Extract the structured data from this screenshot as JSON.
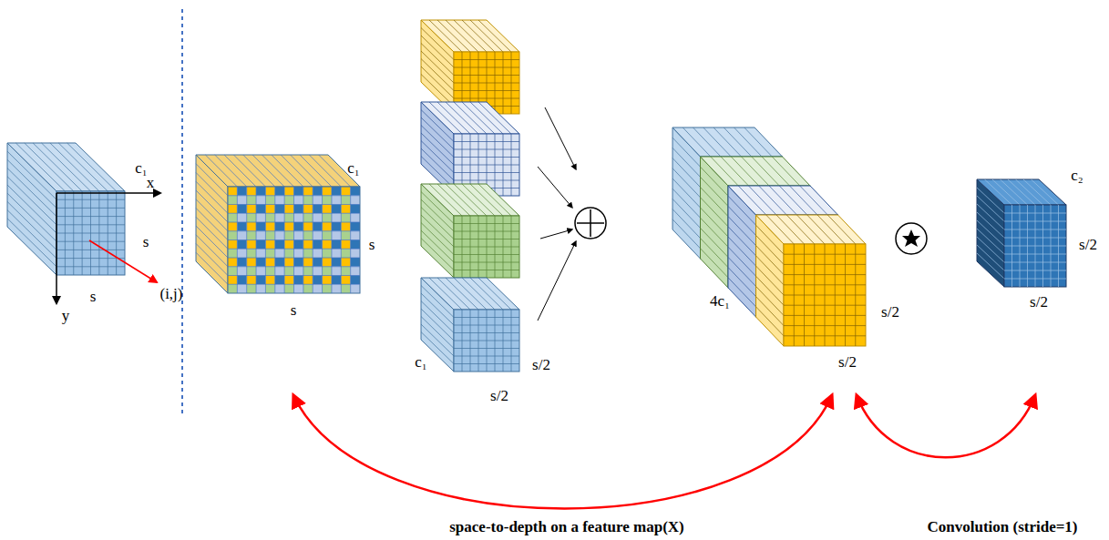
{
  "diagram": {
    "labels": [
      "c₁",
      "x",
      "s",
      "y",
      "s",
      "(i,j)",
      "c₁",
      "s",
      "s",
      "c₁",
      "s/2",
      "s/2",
      "4c₁",
      "s/2",
      "s/2",
      "c₂",
      "s/2",
      "s/2",
      "space-to-depth on a feature map(X)",
      "Convolution (stride=1)"
    ]
  }
}
